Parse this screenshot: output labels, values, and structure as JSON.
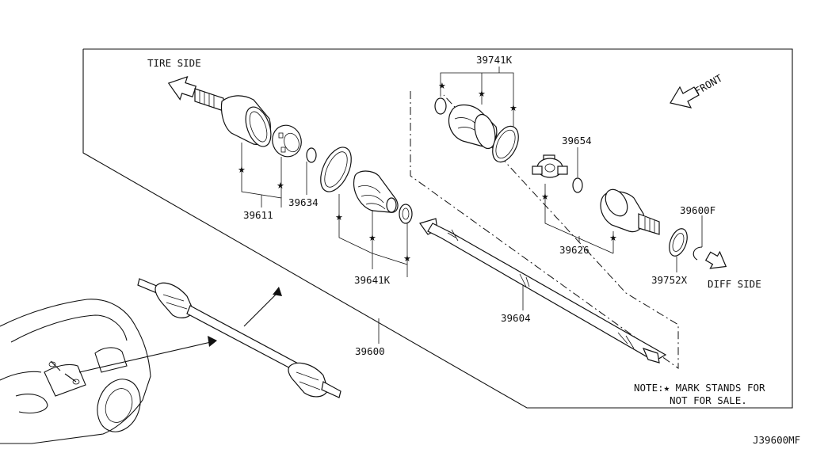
{
  "diagram_id": "J39600MF",
  "directions": {
    "tire_side": "TIRE SIDE",
    "front": "FRONT",
    "diff_side": "DIFF SIDE"
  },
  "parts": {
    "p39741k": "39741K",
    "p39654": "39654",
    "p39600f": "39600F",
    "p39611": "39611",
    "p39634": "39634",
    "p39641k": "39641K",
    "p39626": "39626",
    "p39752x": "39752X",
    "p39604": "39604",
    "p39600": "39600"
  },
  "note": {
    "line1": "NOTE:★ MARK STANDS FOR",
    "line2": "NOT FOR SALE."
  },
  "star_symbol": "★"
}
